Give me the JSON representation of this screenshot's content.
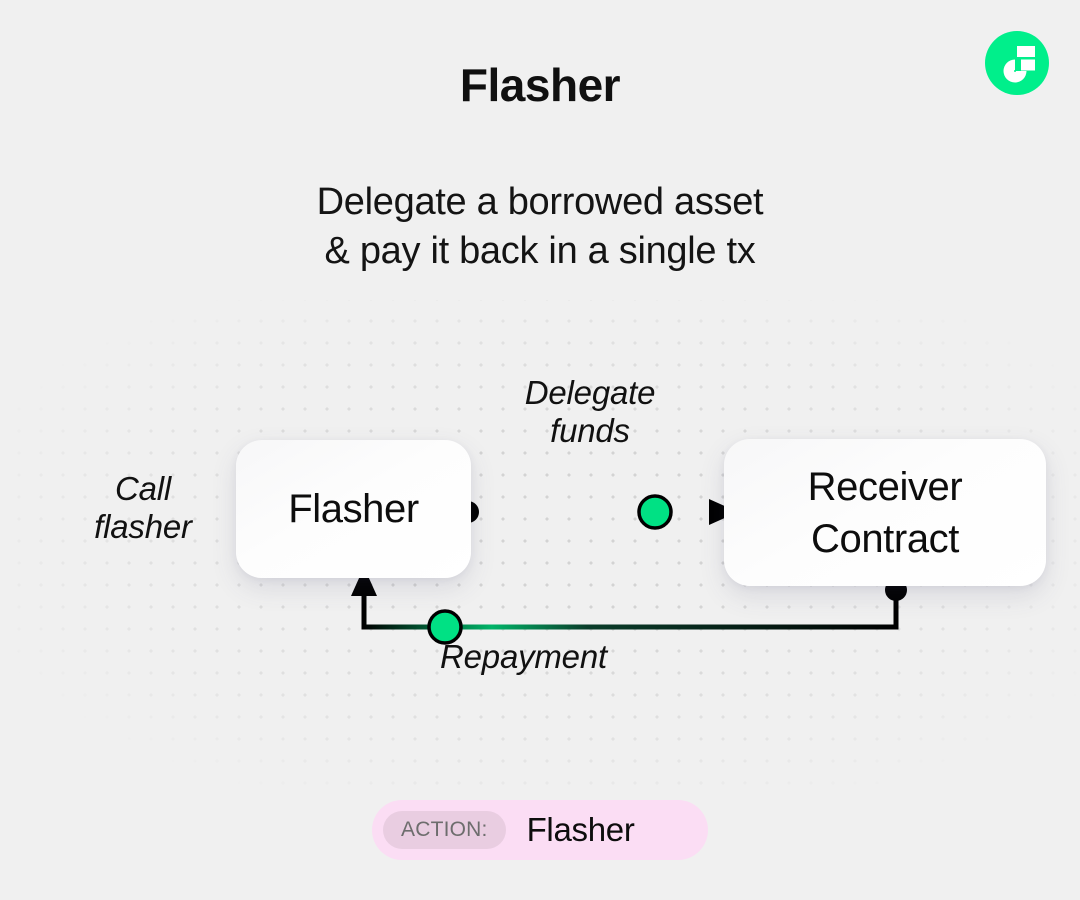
{
  "brand": {
    "logo_icon": "flow-logo-icon",
    "logo_color": "#00ef8b",
    "logo_glyph_color": "#ffffff"
  },
  "header": {
    "title": "Flasher",
    "subtitle_line1": "Delegate a borrowed asset",
    "subtitle_line2": "& pay it back in a single tx"
  },
  "diagram": {
    "type": "flow",
    "nodes": [
      {
        "id": "flasher",
        "label": "Flasher"
      },
      {
        "id": "receiver",
        "label_line1": "Receiver",
        "label_line2": "Contract"
      }
    ],
    "edges": [
      {
        "id": "call-flasher",
        "label_line1": "Call",
        "label_line2": "flasher",
        "from": "external",
        "to": "flasher"
      },
      {
        "id": "delegate-funds",
        "label_line1": "Delegate",
        "label_line2": "funds",
        "from": "flasher",
        "to": "receiver",
        "marker": "arrow-right",
        "token_dot": true
      },
      {
        "id": "repayment",
        "label": "Repayment",
        "from": "receiver",
        "to": "flasher",
        "marker": "arrow-up",
        "token_dot": true
      }
    ],
    "colors": {
      "background": "#f0f0f0",
      "dot_grid": "#d3d3d3",
      "line": "#000000",
      "token": "#00e184",
      "node_surface": "#ffffff"
    }
  },
  "footer": {
    "action_tag": "ACTION:",
    "action_value": "Flasher",
    "chip_color": "#fbddf4",
    "tag_color": "#e9cde1"
  }
}
